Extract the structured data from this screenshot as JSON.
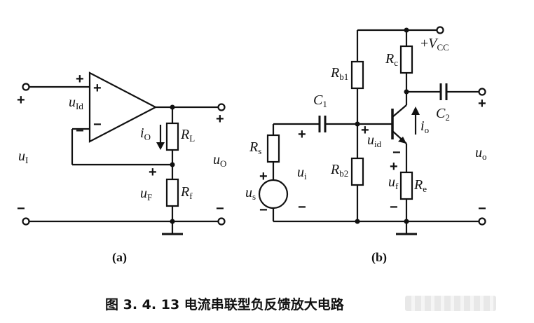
{
  "figure": {
    "caption": "图 3. 4. 13   电流串联型负反馈放大电路"
  },
  "panel_a": {
    "label": "(a)",
    "opamp_plus": "+",
    "opamp_minus": "−",
    "input_plus": "+",
    "input_minus": "−",
    "output_plus": "+",
    "output_minus": "−",
    "uF_plus": "+",
    "u_in": {
      "main": "u",
      "sub": "I"
    },
    "u_id": {
      "main": "u",
      "sub": "Id"
    },
    "i_o": {
      "main": "i",
      "sub": "O"
    },
    "R_L": {
      "main": "R",
      "sub": "L"
    },
    "R_f": {
      "main": "R",
      "sub": "f"
    },
    "u_F": {
      "main": "u",
      "sub": "F"
    },
    "u_out": {
      "main": "u",
      "sub": "O"
    }
  },
  "panel_b": {
    "label": "(b)",
    "vcc": {
      "prefix": "+",
      "main": "V",
      "sub": "CC"
    },
    "R_b1": {
      "main": "R",
      "sub": "b1"
    },
    "R_b2": {
      "main": "R",
      "sub": "b2"
    },
    "R_c": {
      "main": "R",
      "sub": "c"
    },
    "R_e": {
      "main": "R",
      "sub": "e"
    },
    "R_s": {
      "main": "R",
      "sub": "s"
    },
    "C_1": {
      "main": "C",
      "sub": "1"
    },
    "C_2": {
      "main": "C",
      "sub": "2"
    },
    "u_s": {
      "main": "u",
      "sub": "s"
    },
    "u_i": {
      "main": "u",
      "sub": "i"
    },
    "u_id": {
      "main": "u",
      "sub": "id"
    },
    "u_f": {
      "main": "u",
      "sub": "f"
    },
    "u_o": {
      "main": "u",
      "sub": "o"
    },
    "i_o": {
      "main": "i",
      "sub": "o"
    },
    "plus": "+",
    "minus": "−"
  }
}
